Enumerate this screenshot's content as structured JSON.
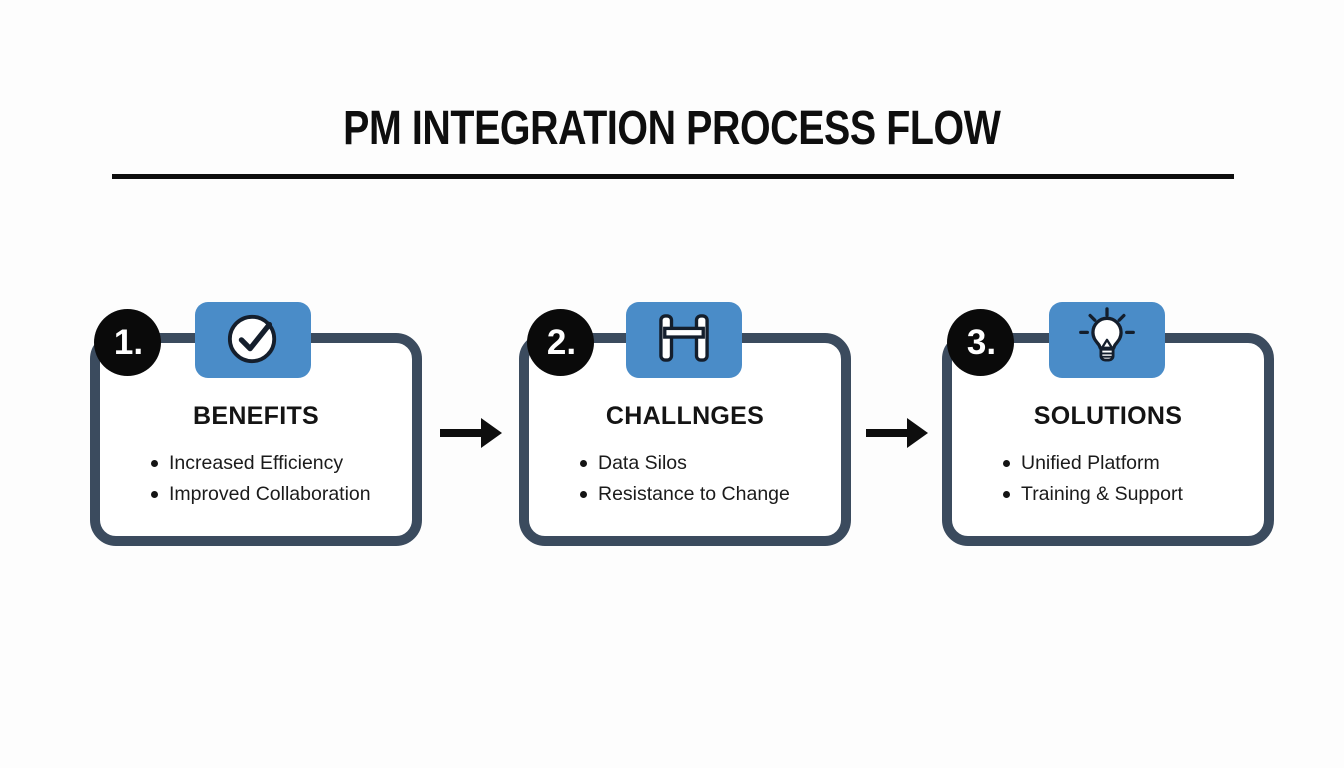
{
  "page": {
    "title": "PM INTEGRATION PROCESS FLOW"
  },
  "colors": {
    "accent_blue": "#4a8cc8",
    "card_border_dark": "#3b4b5e",
    "ink_black": "#0e0e0e"
  },
  "steps": [
    {
      "number": "1.",
      "icon": "check-circle-icon",
      "title": "BENEFITS",
      "items": [
        "Increased Efficiency",
        "Improved Collaboration"
      ]
    },
    {
      "number": "2.",
      "icon": "hurdle-icon",
      "title": "CHALLNGES",
      "items": [
        "Data Silos",
        "Resistance to Change"
      ]
    },
    {
      "number": "3.",
      "icon": "lightbulb-icon",
      "title": "SOLUTIONS",
      "items": [
        "Unified Platform",
        "Training & Support"
      ]
    }
  ],
  "connectors": [
    "arrow-right",
    "arrow-right"
  ]
}
